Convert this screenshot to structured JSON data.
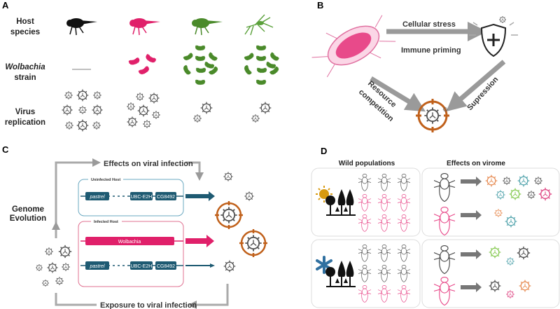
{
  "panels": {
    "a": "A",
    "b": "B",
    "c": "C",
    "d": "D"
  },
  "panel_a": {
    "row_labels": {
      "host_1": "Host",
      "host_2": "species",
      "wol_1": "Wolbachia",
      "wol_2": "strain",
      "virus_1": "Virus",
      "virus_2": "replication"
    }
  },
  "panel_b": {
    "cellular_stress": "Cellular stress",
    "immune_priming": "Immune priming",
    "resource_1": "Resource",
    "resource_2": "competition",
    "supression": "Supression"
  },
  "panel_c": {
    "effects": "Effects on viral infection",
    "exposure": "Exposure to viral infection",
    "genome_1": "Genome",
    "genome_2": "Evolution",
    "uninfected": "Uninfected Host",
    "infected": "Infected Host",
    "genes": [
      "pastrel",
      "UBC-E2H",
      "CG8492"
    ],
    "wolbachia": "Wolbachia"
  },
  "panel_d": {
    "wild": "Wild populations",
    "virome": "Effects on virome"
  },
  "colors": {
    "pink": "#e0206a",
    "green": "#4a8a2a",
    "gene": "#1e5a72",
    "target": "#c0601a",
    "gray_arrow": "#9a9a9a",
    "sun": "#d89a10",
    "snow": "#3070a0"
  }
}
